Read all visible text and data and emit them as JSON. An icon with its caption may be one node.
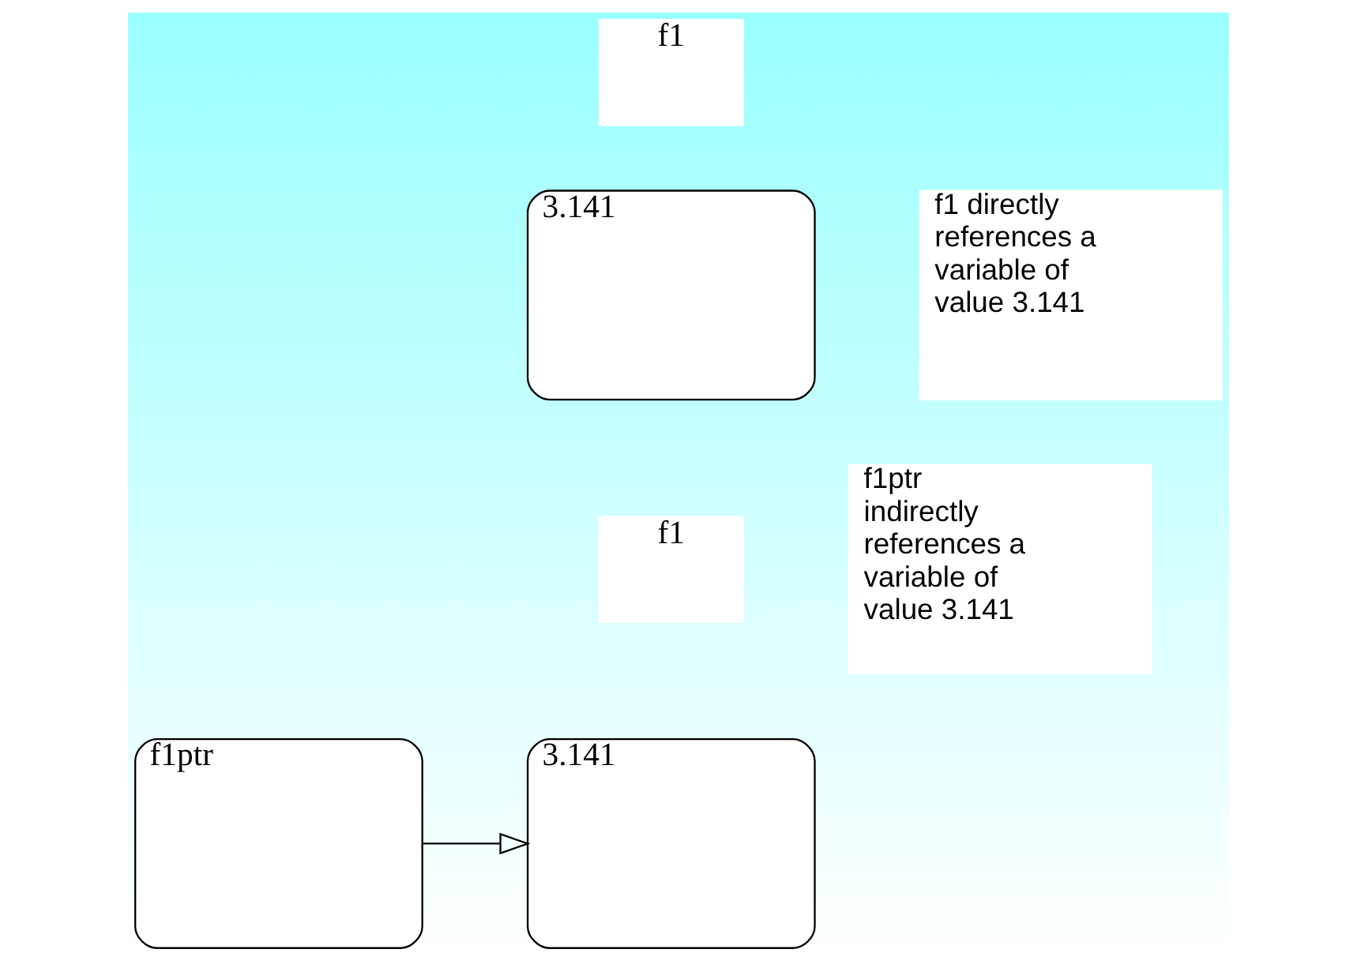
{
  "diagram": {
    "nodes": [
      {
        "text": [
          "f1"
        ]
      },
      {
        "text": [
          "3.141"
        ]
      },
      {
        "text": [
          "f1 directly references a variable of value 3.141"
        ]
      },
      {
        "text": [
          "f1"
        ]
      },
      {
        "text": [
          "f1ptr"
        ]
      },
      {
        "text": [
          "3.141"
        ]
      },
      {
        "text": [
          "f1ptr indirectly references a variable of value 3.141"
        ]
      }
    ],
    "edges": [
      {
        "from": 4,
        "to": 5,
        "arrow": "to"
      }
    ]
  }
}
